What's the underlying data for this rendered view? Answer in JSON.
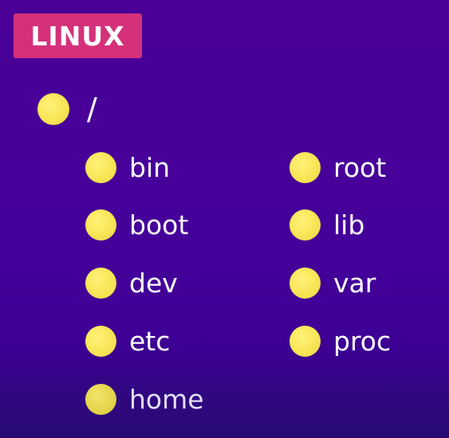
{
  "badge": {
    "label": "LINUX"
  },
  "root": {
    "label": "/"
  },
  "left_column": [
    {
      "label": "bin"
    },
    {
      "label": "boot"
    },
    {
      "label": "dev"
    },
    {
      "label": "etc"
    },
    {
      "label": "home"
    }
  ],
  "right_column": [
    {
      "label": "root"
    },
    {
      "label": "lib"
    },
    {
      "label": "var"
    },
    {
      "label": "proc"
    }
  ],
  "colors": {
    "background": "#4a0096",
    "badge": "#d4317a",
    "dot": "#f8e454",
    "text": "#ffffff"
  }
}
